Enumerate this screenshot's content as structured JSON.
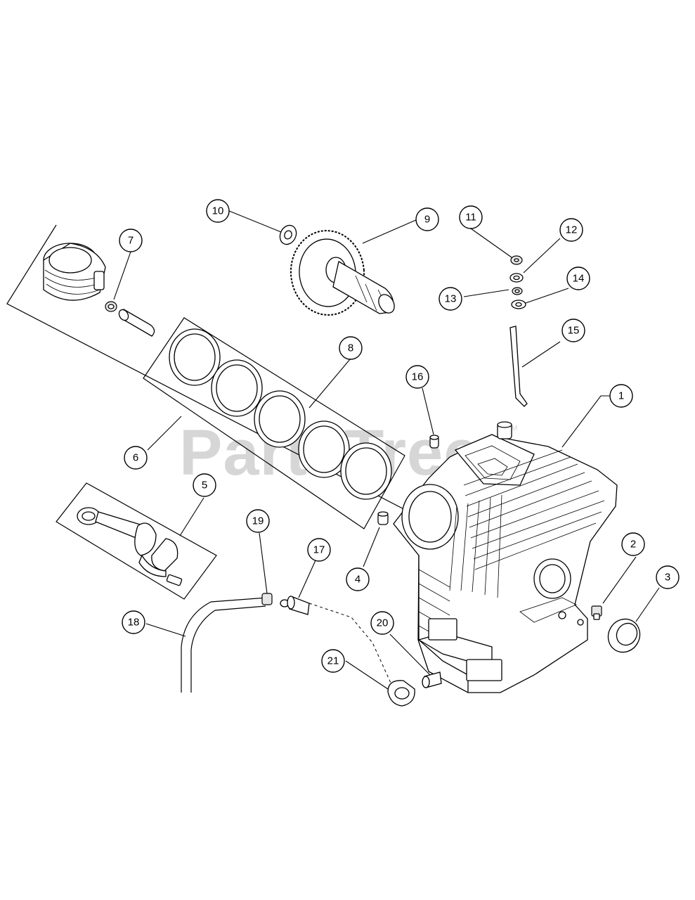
{
  "watermark": {
    "text": "PartsTree",
    "trademark": "TM"
  },
  "callouts": [
    {
      "id": "callout-1",
      "label": "1"
    },
    {
      "id": "callout-2",
      "label": "2"
    },
    {
      "id": "callout-3",
      "label": "3"
    },
    {
      "id": "callout-4",
      "label": "4"
    },
    {
      "id": "callout-5",
      "label": "5"
    },
    {
      "id": "callout-6",
      "label": "6"
    },
    {
      "id": "callout-7",
      "label": "7"
    },
    {
      "id": "callout-8",
      "label": "8"
    },
    {
      "id": "callout-9",
      "label": "9"
    },
    {
      "id": "callout-10",
      "label": "10"
    },
    {
      "id": "callout-11",
      "label": "11"
    },
    {
      "id": "callout-12",
      "label": "12"
    },
    {
      "id": "callout-13",
      "label": "13"
    },
    {
      "id": "callout-14",
      "label": "14"
    },
    {
      "id": "callout-15",
      "label": "15"
    },
    {
      "id": "callout-16",
      "label": "16"
    },
    {
      "id": "callout-17",
      "label": "17"
    },
    {
      "id": "callout-18",
      "label": "18"
    },
    {
      "id": "callout-19",
      "label": "19"
    },
    {
      "id": "callout-20",
      "label": "20"
    },
    {
      "id": "callout-21",
      "label": "21"
    }
  ]
}
